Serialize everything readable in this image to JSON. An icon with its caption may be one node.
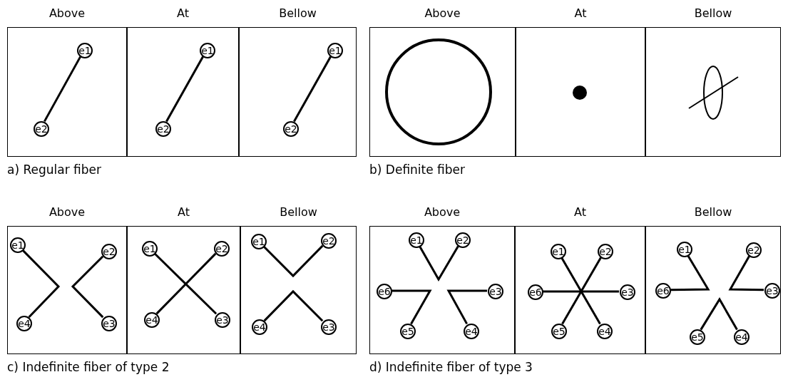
{
  "diagram": {
    "nodes": [
      {
        "text": [
          "a) Regular fiber"
        ]
      },
      {
        "text": [
          "Above"
        ],
        "in": 0
      },
      {
        "text": [
          "e1"
        ],
        "in": 1
      },
      {
        "text": [
          "e2"
        ],
        "in": 1
      },
      {
        "text": [
          "At"
        ],
        "in": 0
      },
      {
        "text": [
          "e1"
        ],
        "in": 4
      },
      {
        "text": [
          "e2"
        ],
        "in": 4
      },
      {
        "text": [
          "Bellow"
        ],
        "in": 0
      },
      {
        "text": [
          "e1"
        ],
        "in": 7
      },
      {
        "text": [
          "e2"
        ],
        "in": 7
      },
      {
        "text": [
          "b) Definite fiber"
        ]
      },
      {
        "text": [
          "Above"
        ],
        "in": 10
      },
      {
        "text": [
          "At"
        ],
        "in": 10
      },
      {
        "text": [
          "Bellow"
        ],
        "in": 10
      },
      {
        "text": [
          "c) Indefinite fiber of type 2"
        ]
      },
      {
        "text": [
          "Above"
        ],
        "in": 14
      },
      {
        "text": [
          "e1"
        ],
        "in": 15
      },
      {
        "text": [
          "e2"
        ],
        "in": 15
      },
      {
        "text": [
          "e4"
        ],
        "in": 15
      },
      {
        "text": [
          "e3"
        ],
        "in": 15
      },
      {
        "text": [
          "At"
        ],
        "in": 14
      },
      {
        "text": [
          "e1"
        ],
        "in": 20
      },
      {
        "text": [
          "e2"
        ],
        "in": 20
      },
      {
        "text": [
          "e4"
        ],
        "in": 20
      },
      {
        "text": [
          "e3"
        ],
        "in": 20
      },
      {
        "text": [
          "Bellow"
        ],
        "in": 14
      },
      {
        "text": [
          "e1"
        ],
        "in": 25
      },
      {
        "text": [
          "e2"
        ],
        "in": 25
      },
      {
        "text": [
          "e4"
        ],
        "in": 25
      },
      {
        "text": [
          "e3"
        ],
        "in": 25
      },
      {
        "text": [
          "d) Indefinite fiber of type 3"
        ]
      },
      {
        "text": [
          "Above"
        ],
        "in": 30
      },
      {
        "text": [
          "e1"
        ],
        "in": 31
      },
      {
        "text": [
          "e2"
        ],
        "in": 31
      },
      {
        "text": [
          "e6"
        ],
        "in": 31
      },
      {
        "text": [
          "e3"
        ],
        "in": 31
      },
      {
        "text": [
          "e5"
        ],
        "in": 31
      },
      {
        "text": [
          "e4"
        ],
        "in": 31
      },
      {
        "text": [
          "At"
        ],
        "in": 30
      },
      {
        "text": [
          "e1"
        ],
        "in": 38
      },
      {
        "text": [
          "e2"
        ],
        "in": 38
      },
      {
        "text": [
          "e6"
        ],
        "in": 38
      },
      {
        "text": [
          "e3"
        ],
        "in": 38
      },
      {
        "text": [
          "e5"
        ],
        "in": 38
      },
      {
        "text": [
          "e4"
        ],
        "in": 38
      },
      {
        "text": [
          "Bellow"
        ],
        "in": 30
      },
      {
        "text": [
          "e1"
        ],
        "in": 45
      },
      {
        "text": [
          "e2"
        ],
        "in": 45
      },
      {
        "text": [
          "e6"
        ],
        "in": 45
      },
      {
        "text": [
          "e3"
        ],
        "in": 45
      },
      {
        "text": [
          "e5"
        ],
        "in": 45
      },
      {
        "text": [
          "e4"
        ],
        "in": 45
      }
    ],
    "edges": [
      {
        "from": 2,
        "to": 3,
        "arrow": "none"
      },
      {
        "from": 5,
        "to": 6,
        "arrow": "none"
      },
      {
        "from": 8,
        "to": 9,
        "arrow": "none"
      },
      {
        "from": 16,
        "to": 18,
        "arrow": "none"
      },
      {
        "from": 17,
        "to": 19,
        "arrow": "none"
      },
      {
        "from": 21,
        "to": 24,
        "arrow": "none"
      },
      {
        "from": 22,
        "to": 23,
        "arrow": "none"
      },
      {
        "from": 26,
        "to": 27,
        "arrow": "none"
      },
      {
        "from": 28,
        "to": 29,
        "arrow": "none"
      },
      {
        "from": 32,
        "to": 33,
        "arrow": "none"
      },
      {
        "from": 34,
        "to": 36,
        "arrow": "none"
      },
      {
        "from": 35,
        "to": 37,
        "arrow": "none"
      },
      {
        "from": 39,
        "to": 44,
        "arrow": "none"
      },
      {
        "from": 40,
        "to": 43,
        "arrow": "none"
      },
      {
        "from": 41,
        "to": 42,
        "arrow": "none"
      },
      {
        "from": 46,
        "to": 48,
        "arrow": "none"
      },
      {
        "from": 47,
        "to": 49,
        "arrow": "none"
      },
      {
        "from": 50,
        "to": 51,
        "arrow": "none"
      }
    ]
  }
}
